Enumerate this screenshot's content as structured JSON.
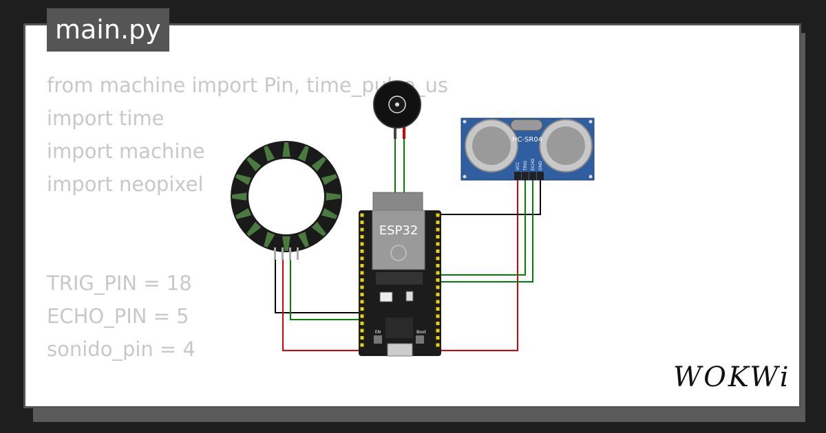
{
  "tab": {
    "filename": "main.py"
  },
  "code": {
    "lines": [
      "from machine import Pin, time_pulse_us",
      "import time",
      "import machine",
      "import neopixel",
      "",
      "",
      "TRIG_PIN = 18",
      "ECHO_PIN = 5",
      "sonido_pin = 4"
    ]
  },
  "components": {
    "mcu_label": "ESP32",
    "sensor_label": "HC-SR04",
    "sensor_pins": [
      "VCC",
      "TRIG",
      "ECHO",
      "GND"
    ],
    "boot_label": "Boot",
    "en_label": "EN"
  },
  "brand": {
    "logo": "WOKWi"
  },
  "colors": {
    "background": "#1e1e1e",
    "card": "#ffffff",
    "tab": "#555555",
    "code_text": "#c8c8c8",
    "wire_red": "#e00000",
    "wire_green": "#008000",
    "wire_black": "#000000",
    "sensor_blue": "#2f5fa0",
    "ring_led": "#4a7a40"
  }
}
